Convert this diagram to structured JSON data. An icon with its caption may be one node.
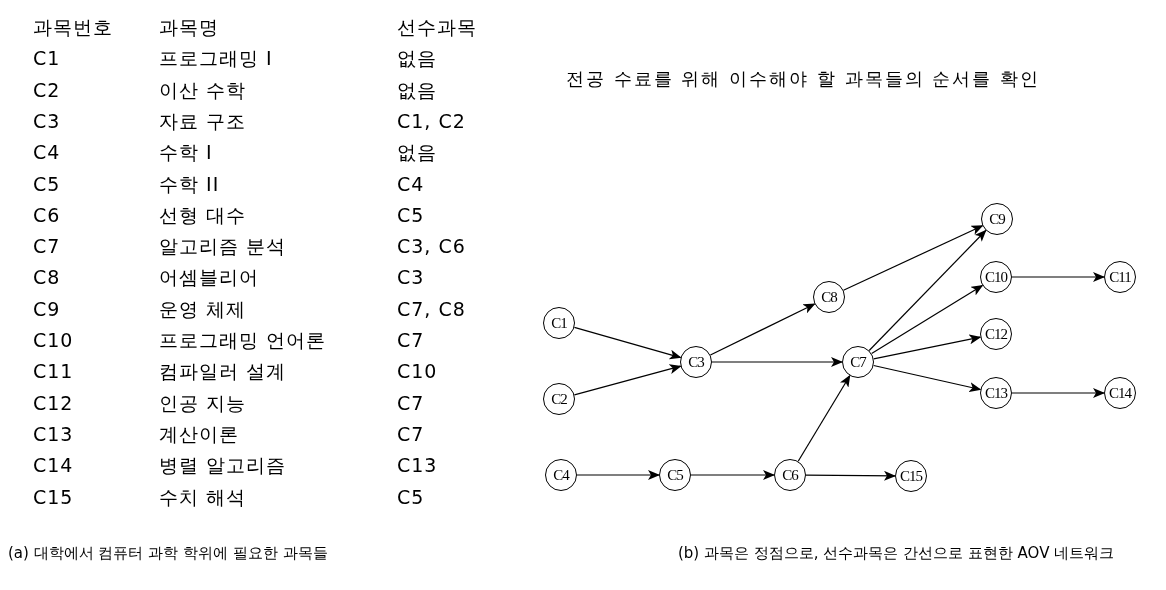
{
  "diagram": {
    "nodes": [
      {
        "text": [
          "C1"
        ]
      },
      {
        "text": [
          "C2"
        ]
      },
      {
        "text": [
          "C3"
        ]
      },
      {
        "text": [
          "C4"
        ]
      },
      {
        "text": [
          "C5"
        ]
      },
      {
        "text": [
          "C6"
        ]
      },
      {
        "text": [
          "C7"
        ]
      },
      {
        "text": [
          "C8"
        ]
      },
      {
        "text": [
          "C9"
        ]
      },
      {
        "text": [
          "C10"
        ]
      },
      {
        "text": [
          "C11"
        ]
      },
      {
        "text": [
          "C12"
        ]
      },
      {
        "text": [
          "C13"
        ]
      },
      {
        "text": [
          "C14"
        ]
      },
      {
        "text": [
          "C15"
        ]
      }
    ],
    "edges": [
      {
        "from": 0,
        "to": 2,
        "arrow": "to"
      },
      {
        "from": 1,
        "to": 2,
        "arrow": "to"
      },
      {
        "from": 2,
        "to": 7,
        "arrow": "to"
      },
      {
        "from": 2,
        "to": 6,
        "arrow": "to"
      },
      {
        "from": 7,
        "to": 8,
        "arrow": "to"
      },
      {
        "from": 6,
        "to": 8,
        "arrow": "to"
      },
      {
        "from": 6,
        "to": 9,
        "arrow": "to"
      },
      {
        "from": 6,
        "to": 11,
        "arrow": "to"
      },
      {
        "from": 6,
        "to": 12,
        "arrow": "to"
      },
      {
        "from": 9,
        "to": 10,
        "arrow": "to"
      },
      {
        "from": 12,
        "to": 13,
        "arrow": "to"
      },
      {
        "from": 3,
        "to": 4,
        "arrow": "to"
      },
      {
        "from": 4,
        "to": 5,
        "arrow": "to"
      },
      {
        "from": 5,
        "to": 6,
        "arrow": "to"
      },
      {
        "from": 5,
        "to": 14,
        "arrow": "to"
      }
    ],
    "labels": [
      "과목번호",
      "과목명",
      "선수과목",
      "C1",
      "프로그래밍 I",
      "없음",
      "C2",
      "이산 수학",
      "없음",
      "C3",
      "자료 구조",
      "C1, C2",
      "C4",
      "수학 I",
      "없음",
      "C5",
      "수학 II",
      "C4",
      "C6",
      "선형 대수",
      "C5",
      "C7",
      "알고리즘 분석",
      "C3, C6",
      "C8",
      "어셈블리어",
      "C3",
      "C9",
      "운영 체제",
      "C7, C8",
      "C10",
      "프로그래밍 언어론",
      "C7",
      "C11",
      "컴파일러 설계",
      "C10",
      "C12",
      "인공 지능",
      "C7",
      "C13",
      "계산이론",
      "C7",
      "C14",
      "병렬 알고리즘",
      "C13",
      "C15",
      "수치 해석",
      "C5",
      "전공 수료를 위해 이수해야 할 과목들의 순서를 확인",
      "(a) 대학에서 컴퓨터 과학 학위에 필요한 과목들",
      "(b) 과목은 정점으로, 선수과목은 간선으로 표현한 AOV 네트워크"
    ]
  }
}
